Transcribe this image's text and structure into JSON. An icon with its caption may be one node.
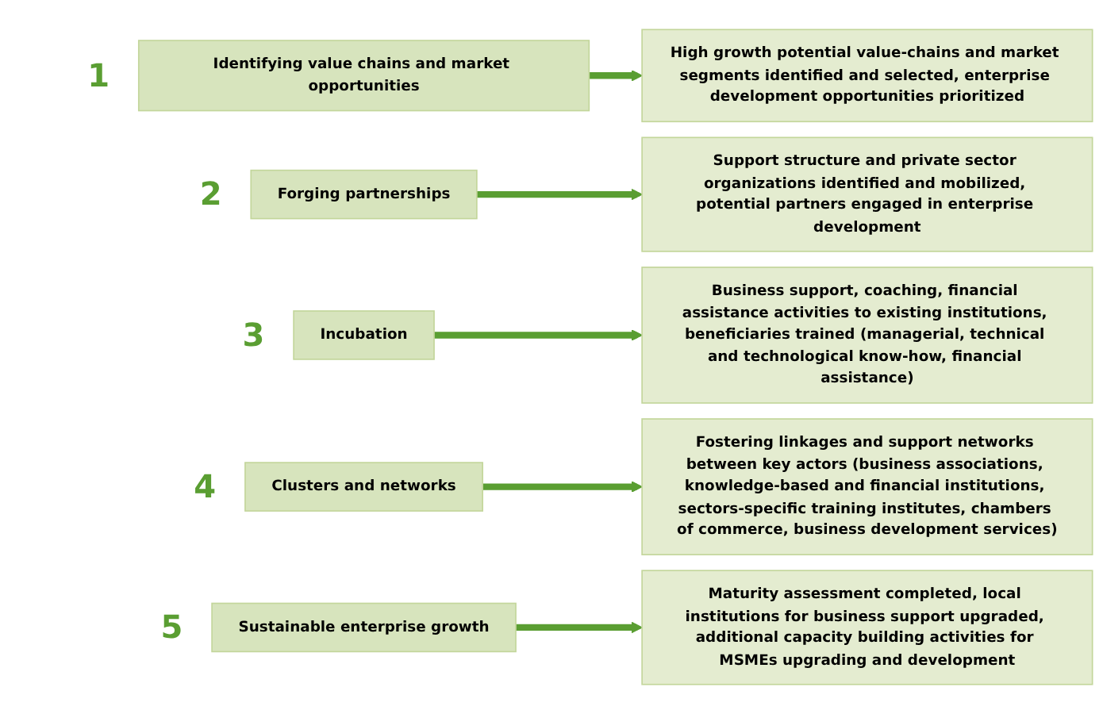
{
  "diagram": {
    "nodes": [
      {
        "text": [
          "Identifying value chains and market opportunities"
        ],
        "beside": [
          "1"
        ]
      },
      {
        "text": [
          "High growth potential value-chains and market segments identified and selected, enterprise development opportunities prioritized"
        ]
      },
      {
        "text": [
          "Forging partnerships"
        ],
        "beside": [
          "2"
        ]
      },
      {
        "text": [
          "Support structure and private sector organizations identified and mobilized, potential partners engaged in enterprise development"
        ]
      },
      {
        "text": [
          "Incubation"
        ],
        "beside": [
          "3"
        ]
      },
      {
        "text": [
          "Business support, coaching, financial assistance activities to existing institutions, beneficiaries trained (managerial, technical and technological know-how, financial assistance)"
        ]
      },
      {
        "text": [
          "Clusters and networks"
        ],
        "beside": [
          "4"
        ]
      },
      {
        "text": [
          "Fostering linkages and support networks between key actors (business associations, knowledge-based and financial institutions, sectors-specific training institutes, chambers of commerce, business development services)"
        ]
      },
      {
        "text": [
          "Sustainable enterprise growth"
        ],
        "beside": [
          "5"
        ]
      },
      {
        "text": [
          "Maturity assessment completed, local institutions for business support upgraded, additional capacity building activities for MSMEs upgrading and development"
        ]
      }
    ],
    "edges": [
      {
        "from": 0,
        "to": 1,
        "arrow": "to"
      },
      {
        "from": 2,
        "to": 3,
        "arrow": "to"
      },
      {
        "from": 4,
        "to": 5,
        "arrow": "to"
      },
      {
        "from": 6,
        "to": 7,
        "arrow": "to"
      },
      {
        "from": 8,
        "to": 9,
        "arrow": "to"
      }
    ]
  }
}
